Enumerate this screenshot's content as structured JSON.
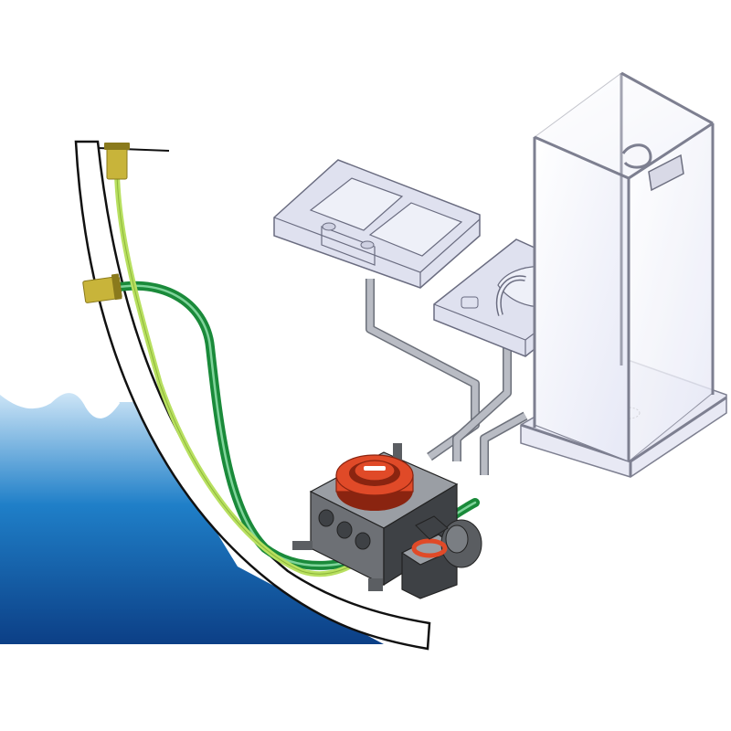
{
  "diagram": {
    "kind": "boat grey-water drainage installation",
    "colors": {
      "sea_top": "#1f7fc8",
      "sea_bottom": "#0c3f86",
      "sea_light": "#cfe6f7",
      "hull_fill": "#ffffff",
      "hull_line": "#111111",
      "through_hull": "#c8b43a",
      "through_hull_dark": "#8a7a1c",
      "hose_dark": "#1a8a3a",
      "hose_light": "#b8e060",
      "drain_pipe": "#b9bcc4",
      "drain_pipe_edge": "#6c707a",
      "sink_fill": "#dfe1ef",
      "sink_edge": "#6a6c80",
      "box_fill": "#6d7075",
      "box_top": "#9a9ea4",
      "box_dark": "#3e4145",
      "lid_red": "#e04a28",
      "lid_red_dark": "#8a2410",
      "shower_glass": "#f2f3fb",
      "shower_frame": "#7d7f90",
      "tray_fill": "#e8e9f4"
    },
    "components": [
      {
        "id": "hull",
        "label": ""
      },
      {
        "id": "sea",
        "label": ""
      },
      {
        "id": "upper-through-hull",
        "label": ""
      },
      {
        "id": "vent-through-hull",
        "label": ""
      },
      {
        "id": "double-sink",
        "label": ""
      },
      {
        "id": "washbasin",
        "label": ""
      },
      {
        "id": "shower-cubicle",
        "label": ""
      },
      {
        "id": "grey-water-sump",
        "label": ""
      },
      {
        "id": "drain-pump",
        "label": ""
      }
    ]
  }
}
